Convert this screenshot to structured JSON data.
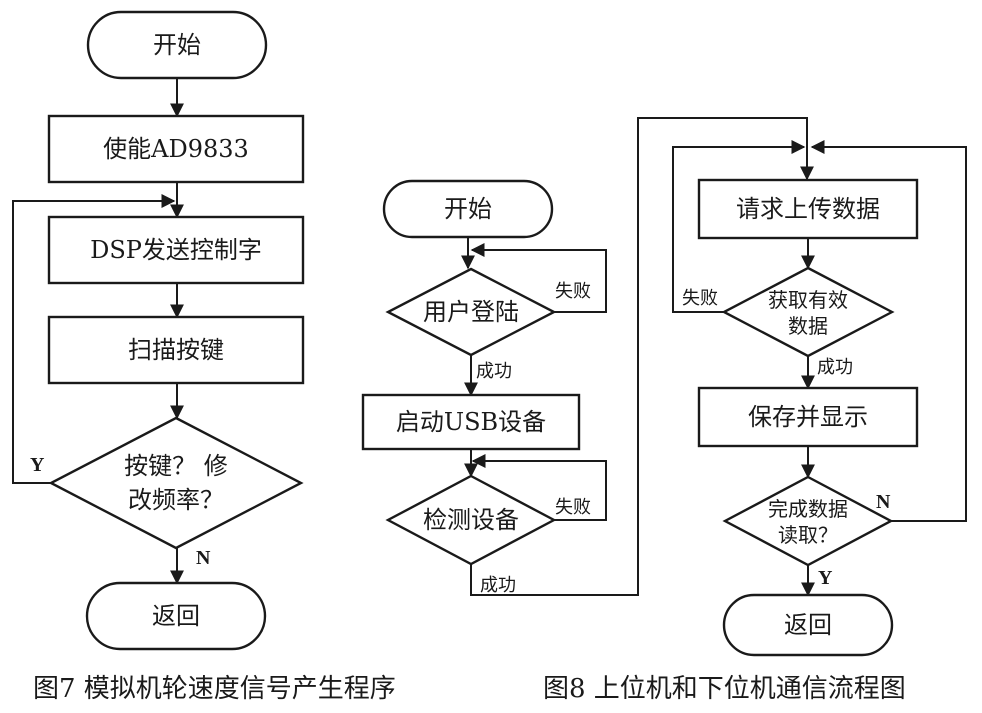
{
  "figures": [
    {
      "id": "fig7",
      "caption": "图7  模拟机轮速度信号产生程序",
      "nodes": [
        {
          "id": "start",
          "type": "terminal",
          "label": "开始"
        },
        {
          "id": "enable",
          "type": "process",
          "label": "使能AD9833"
        },
        {
          "id": "dsp",
          "type": "process",
          "label": "DSP发送控制字"
        },
        {
          "id": "scan",
          "type": "process",
          "label": "扫描按键"
        },
        {
          "id": "decide",
          "type": "decision",
          "label": [
            "按键？ 修",
            "改频率？"
          ]
        },
        {
          "id": "ret",
          "type": "terminal",
          "label": "返回"
        }
      ],
      "edges": [
        {
          "from": "start",
          "to": "enable",
          "label": ""
        },
        {
          "from": "enable",
          "to": "dsp",
          "label": ""
        },
        {
          "from": "dsp",
          "to": "scan",
          "label": ""
        },
        {
          "from": "scan",
          "to": "decide",
          "label": ""
        },
        {
          "from": "decide",
          "to": "dsp",
          "label": "Y"
        },
        {
          "from": "decide",
          "to": "ret",
          "label": "N"
        }
      ]
    },
    {
      "id": "fig8",
      "caption": "图8  上位机和下位机通信流程图",
      "nodes": [
        {
          "id": "start",
          "type": "terminal",
          "label": "开始"
        },
        {
          "id": "login",
          "type": "decision",
          "label": [
            "用户登陆"
          ]
        },
        {
          "id": "usb",
          "type": "process",
          "label": "启动USB设备"
        },
        {
          "id": "detect",
          "type": "decision",
          "label": [
            "检测设备"
          ]
        },
        {
          "id": "request",
          "type": "process",
          "label": "请求上传数据"
        },
        {
          "id": "getdata",
          "type": "decision",
          "label": [
            "获取有效",
            "数据"
          ]
        },
        {
          "id": "save",
          "type": "process",
          "label": "保存并显示"
        },
        {
          "id": "done",
          "type": "decision",
          "label": [
            "完成数据",
            "读取？"
          ]
        },
        {
          "id": "ret",
          "type": "terminal",
          "label": "返回"
        }
      ],
      "edges": [
        {
          "from": "start",
          "to": "login",
          "label": ""
        },
        {
          "from": "login",
          "to": "login",
          "label": "失败"
        },
        {
          "from": "login",
          "to": "usb",
          "label": "成功"
        },
        {
          "from": "usb",
          "to": "detect",
          "label": ""
        },
        {
          "from": "detect",
          "to": "detect",
          "label": "失败"
        },
        {
          "from": "detect",
          "to": "request",
          "label": "成功"
        },
        {
          "from": "request",
          "to": "getdata",
          "label": ""
        },
        {
          "from": "getdata",
          "to": "request",
          "label": "失败"
        },
        {
          "from": "getdata",
          "to": "save",
          "label": "成功"
        },
        {
          "from": "save",
          "to": "done",
          "label": ""
        },
        {
          "from": "done",
          "to": "request",
          "label": "N"
        },
        {
          "from": "done",
          "to": "ret",
          "label": "Y"
        }
      ]
    }
  ]
}
